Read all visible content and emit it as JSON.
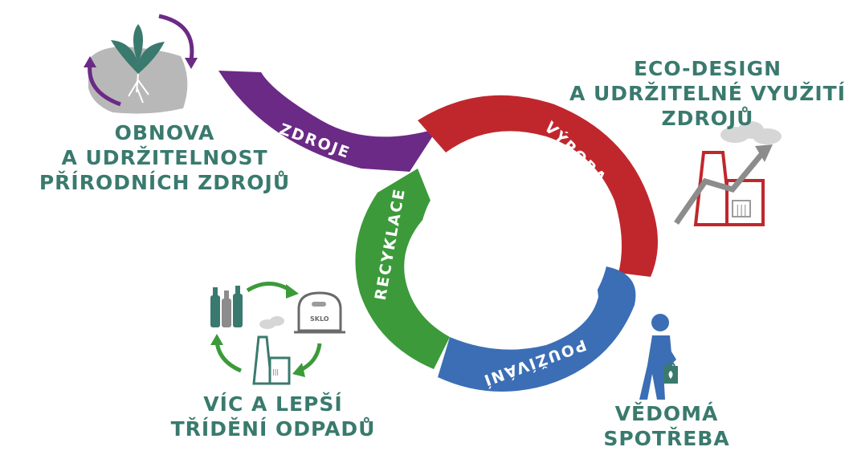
{
  "colors": {
    "teal": "#3a7a6e",
    "purple": "#6b2a85",
    "red": "#c0272d",
    "blue": "#3b6eb5",
    "green": "#3c9a3a",
    "gray": "#9b9b9b",
    "light_gray": "#d6d6d6"
  },
  "cycle": {
    "zdroje": "ZDROJE",
    "vyroba": "VÝROBA",
    "pouzivani": "POUŽÍVÁNÍ",
    "recyklace": "RECYKLACE"
  },
  "captions": {
    "obnova": [
      "OBNOVA",
      "A UDRŽITELNOST",
      "PŘÍRODNÍCH ZDROJŮ"
    ],
    "eco": [
      "ECO-DESIGN",
      "A UDRŽITELNÉ VYUŽITÍ",
      "ZDROJŮ"
    ],
    "tridi": [
      "VÍC A LEPŠÍ",
      "TŘÍDĚNÍ ODPADŮ"
    ],
    "vedoma": [
      "VĚDOMÁ",
      "SPOTŘEBA"
    ]
  },
  "icons": {
    "recycling_bin_label": "SKLO",
    "factory_window_label": "|||",
    "sorting_factory_label": "|||"
  }
}
